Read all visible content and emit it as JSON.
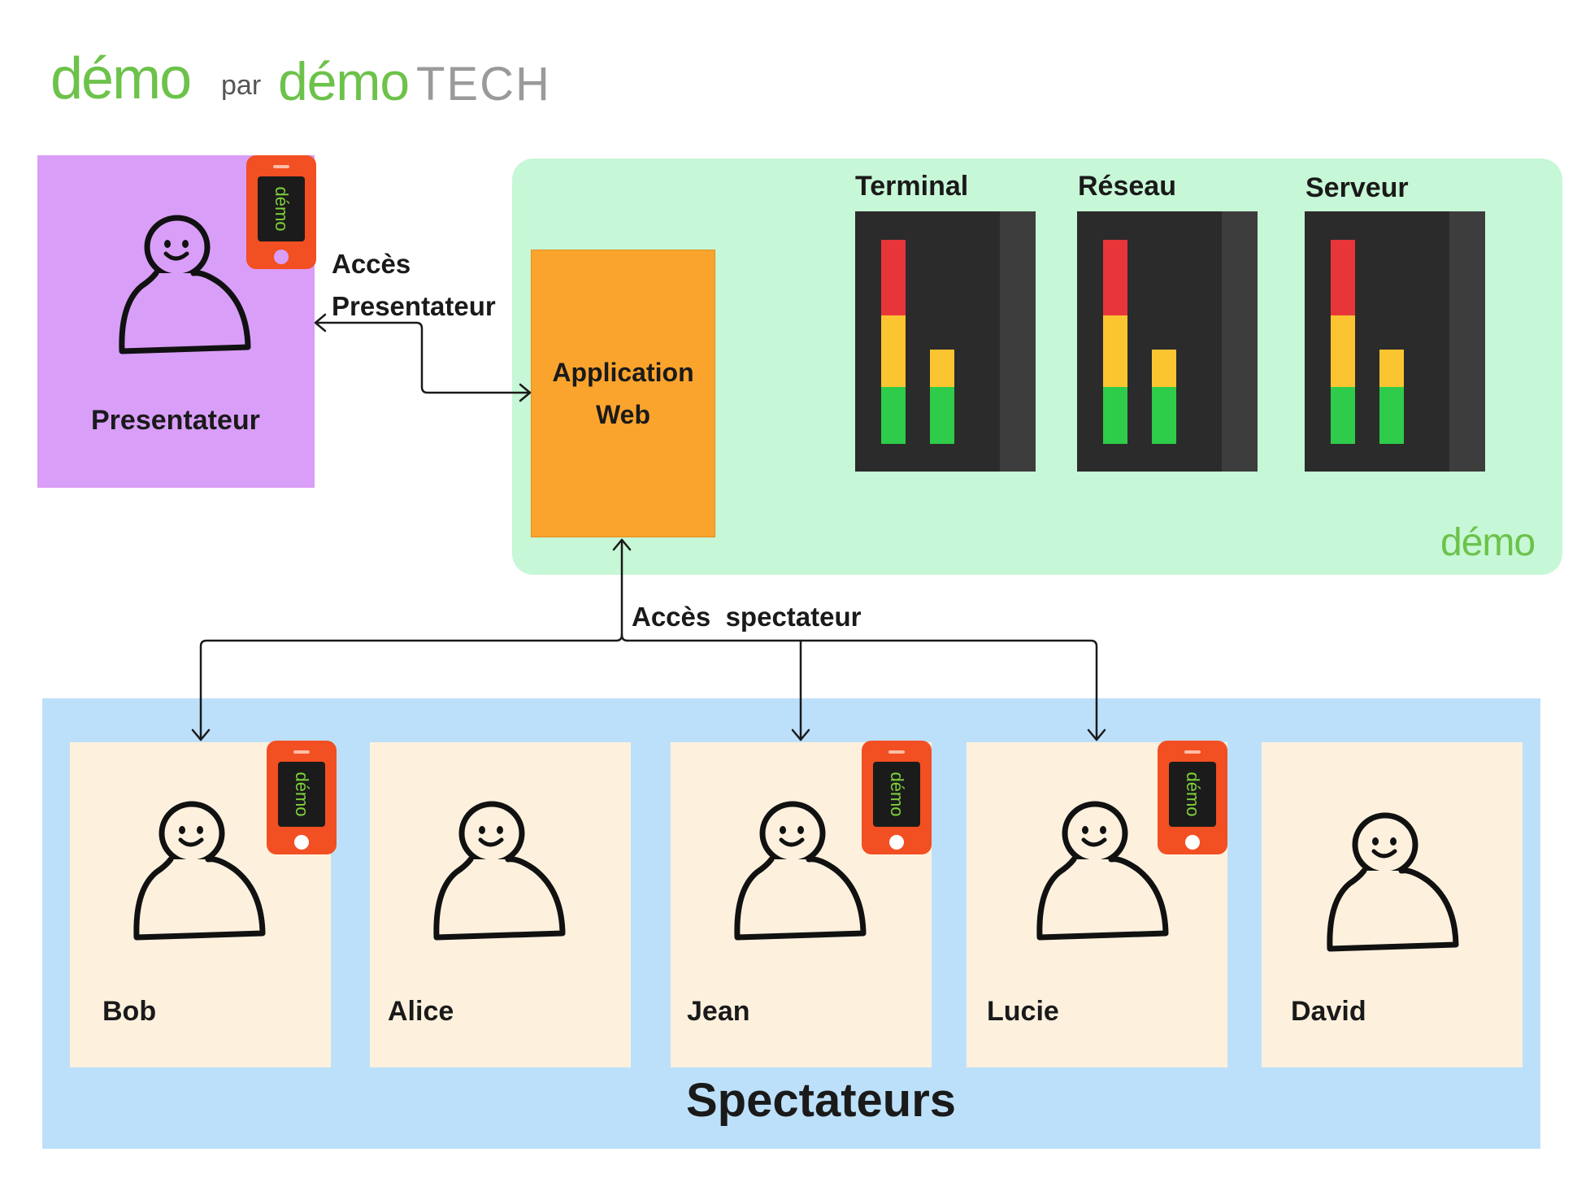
{
  "header": {
    "logo_demo": "démo",
    "logo_par": "par",
    "logo_tech_a": "démo",
    "logo_tech_b": "TECH"
  },
  "presenter": {
    "label": "Presentateur",
    "phone_logo": "démo"
  },
  "links": {
    "presenter_access_line1": "Accès",
    "presenter_access_line2": "Presentateur",
    "spectator_access": "Accès  spectateur"
  },
  "web_app": {
    "line1": "Application",
    "line2": "Web"
  },
  "monitors": [
    {
      "label": "Terminal"
    },
    {
      "label": "Réseau"
    },
    {
      "label": "Serveur"
    }
  ],
  "server_panel_logo": "démo",
  "audience": {
    "title": "Spectateurs",
    "members": [
      {
        "name": "Bob",
        "has_phone": true
      },
      {
        "name": "Alice",
        "has_phone": false
      },
      {
        "name": "Jean",
        "has_phone": true
      },
      {
        "name": "Lucie",
        "has_phone": true
      },
      {
        "name": "David",
        "has_phone": false
      }
    ],
    "phone_logo": "démo"
  },
  "colors": {
    "brand_green": "#6cc24a",
    "presenter_panel": "#d99ef8",
    "server_panel": "#c6f7d6",
    "audience_panel": "#bde0fa",
    "card": "#fdf1de",
    "web_app": "#fba42d",
    "phone": "#f24f22",
    "meter_red": "#e8353a",
    "meter_yellow": "#fbc531",
    "meter_green": "#2ecc4a"
  }
}
